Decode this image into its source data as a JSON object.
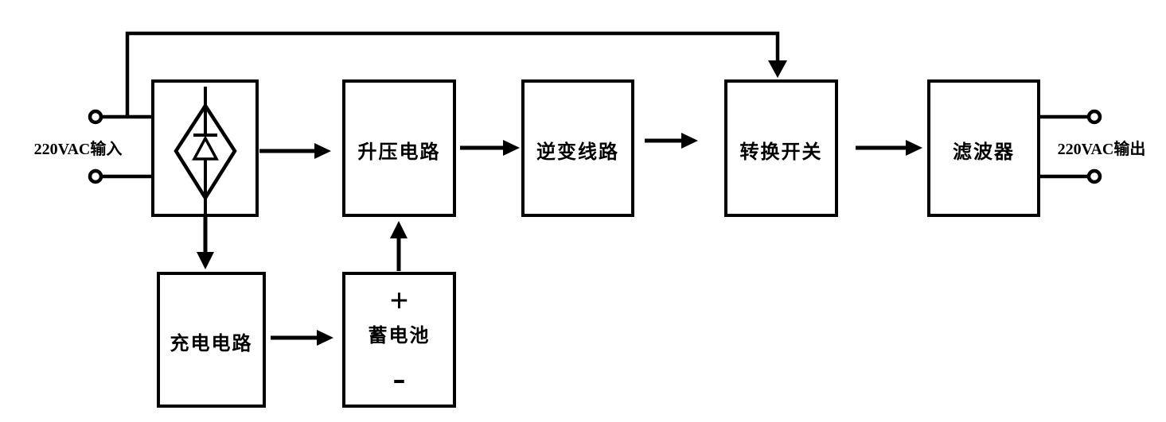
{
  "diagram": {
    "labels": {
      "input": "220VAC输入",
      "output": "220VAC输出"
    },
    "blocks": {
      "boost": "升压电路",
      "inverter": "逆变线路",
      "transfer_switch": "转换开关",
      "filter": "滤波器",
      "charger": "充电电路",
      "battery": "蓄电池"
    },
    "battery_terminals": {
      "plus": "+",
      "minus": "-"
    },
    "icons": {
      "rectifier": "bridge-rectifier-diode-icon",
      "input_terminals": "circle-terminal-icon",
      "output_terminals": "circle-terminal-icon"
    },
    "colors": {
      "line": "#000000",
      "background": "#ffffff"
    }
  }
}
